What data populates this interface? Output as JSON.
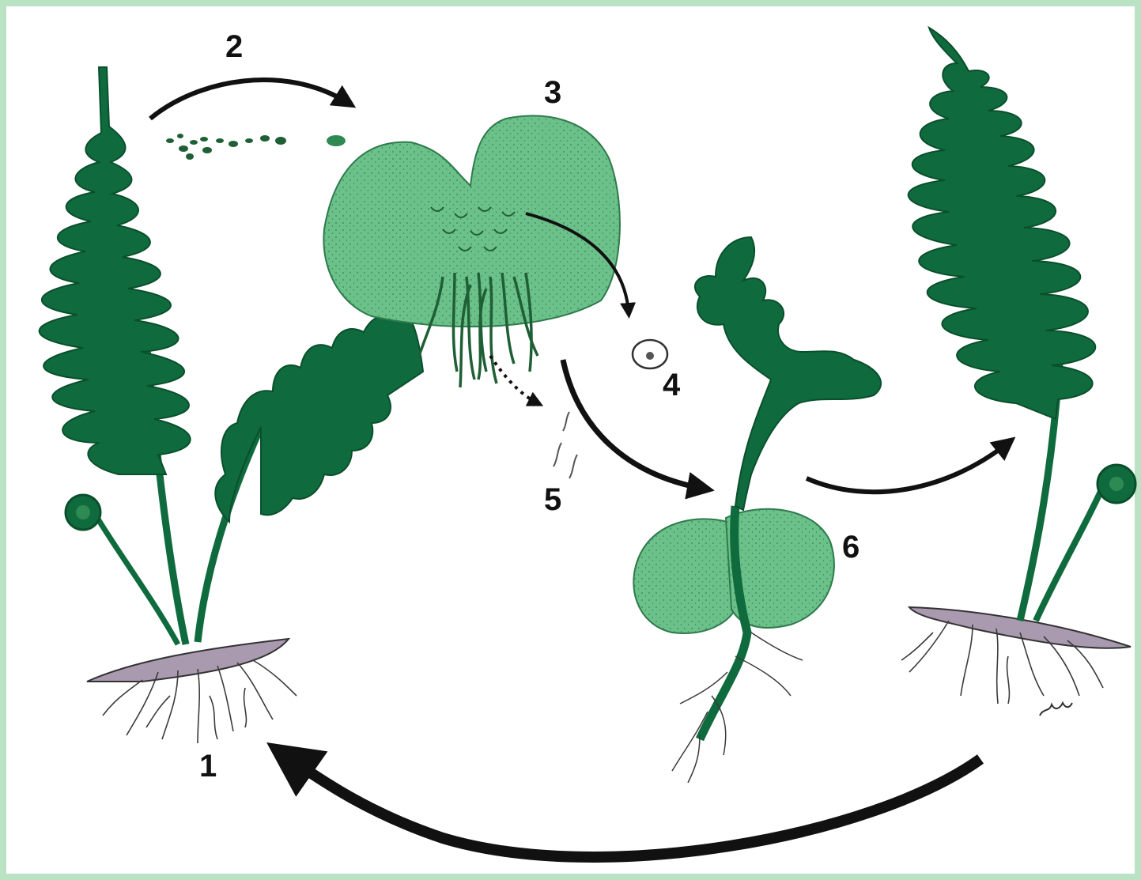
{
  "diagram": {
    "labels": [
      "1",
      "2",
      "3",
      "4",
      "5",
      "6"
    ],
    "colors": {
      "frame": "#b9e3c2",
      "background": "#ffffff",
      "frond": "#0f6b3d",
      "frond_outline": "#0a4f2c",
      "gametophyte": "#6cc089",
      "gametophyte_dots": "#2e8a52",
      "soil": "#a99ab0",
      "roots": "#3b3b3b",
      "arrow": "#111111"
    },
    "icons": [
      "fern-sporophyte-icon",
      "spores-icon",
      "prothallus-icon",
      "egg-cell-icon",
      "sperm-cells-icon",
      "young-sporophyte-icon",
      "cycle-arrow-icon"
    ]
  }
}
